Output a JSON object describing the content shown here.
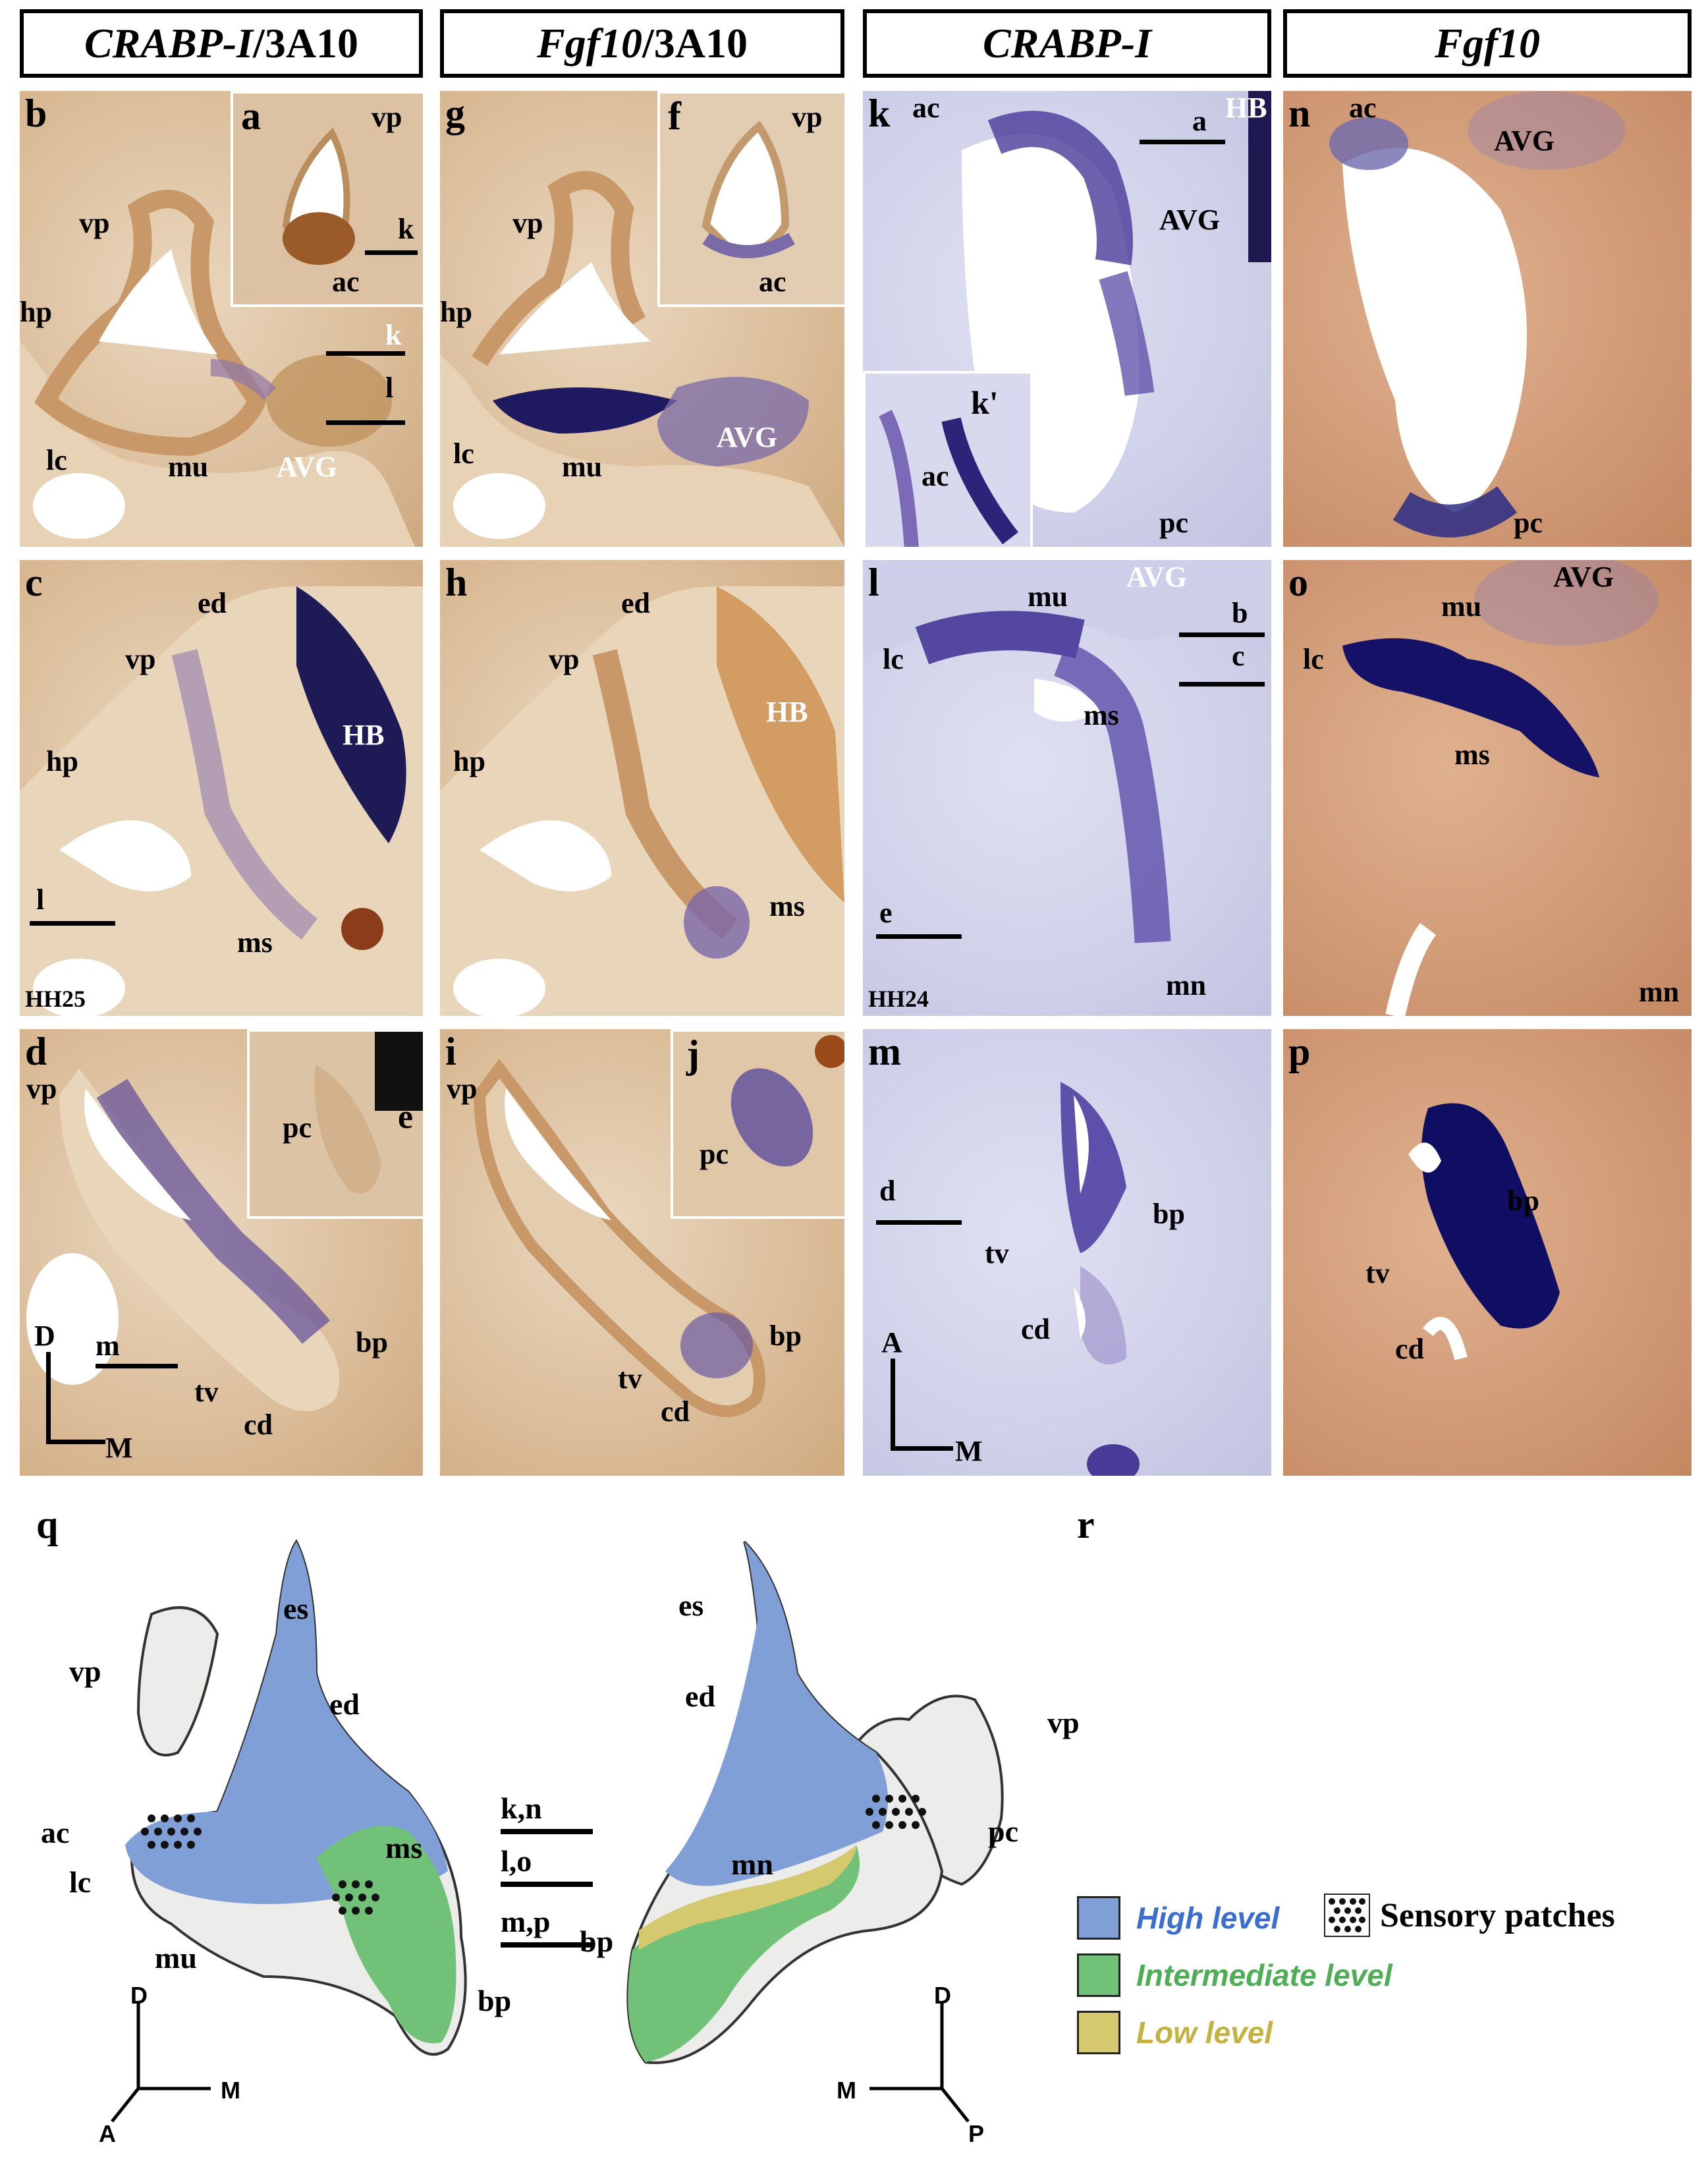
{
  "headers": [
    {
      "italic": "CRABP-I",
      "plain": "/3A10"
    },
    {
      "italic": "Fgf10",
      "plain": "/3A10"
    },
    {
      "italic": "CRABP-I",
      "plain": ""
    },
    {
      "italic": "Fgf10",
      "plain": ""
    }
  ],
  "panels": {
    "b": {
      "label": "b",
      "annotations": [
        "vp",
        "hp",
        "lc",
        "mu",
        "AVG",
        "k",
        "l"
      ]
    },
    "a": {
      "label": "a",
      "annotations": [
        "vp",
        "k",
        "ac"
      ]
    },
    "g": {
      "label": "g",
      "annotations": [
        "vp",
        "hp",
        "lc",
        "mu",
        "AVG"
      ]
    },
    "f": {
      "label": "f",
      "annotations": [
        "vp",
        "ac"
      ]
    },
    "k": {
      "label": "k",
      "annotations": [
        "ac",
        "a",
        "HB",
        "AVG",
        "pc"
      ]
    },
    "k2": {
      "label": "k'",
      "annotations": [
        "ac"
      ]
    },
    "n": {
      "label": "n",
      "annotations": [
        "ac",
        "AVG",
        "pc"
      ]
    },
    "c": {
      "label": "c",
      "annotations": [
        "ed",
        "vp",
        "HB",
        "hp",
        "l",
        "ms"
      ],
      "stage": "HH25"
    },
    "h": {
      "label": "h",
      "annotations": [
        "ed",
        "vp",
        "HB",
        "hp",
        "ms"
      ]
    },
    "l": {
      "label": "l",
      "annotations": [
        "mu",
        "AVG",
        "lc",
        "b",
        "c",
        "ms",
        "e",
        "mn"
      ],
      "stage": "HH24"
    },
    "o": {
      "label": "o",
      "annotations": [
        "lc",
        "mu",
        "AVG",
        "ms",
        "mn"
      ]
    },
    "d": {
      "label": "d",
      "annotations": [
        "vp",
        "D",
        "m",
        "M",
        "tv",
        "cd",
        "bp"
      ]
    },
    "e": {
      "label": "e",
      "annotations": [
        "pc"
      ]
    },
    "i": {
      "label": "i",
      "annotations": [
        "vp",
        "tv",
        "cd",
        "bp"
      ]
    },
    "j": {
      "label": "j",
      "annotations": [
        "pc"
      ]
    },
    "m": {
      "label": "m",
      "annotations": [
        "d",
        "tv",
        "bp",
        "cd",
        "A",
        "M"
      ]
    },
    "p": {
      "label": "p",
      "annotations": [
        "tv",
        "bp",
        "cd"
      ]
    }
  },
  "schematic": {
    "q_label": "q",
    "r_label": "r",
    "q_labels": [
      "es",
      "vp",
      "ed",
      "ac",
      "lc",
      "ms",
      "mu",
      "bp"
    ],
    "r_labels": [
      "es",
      "ed",
      "vp",
      "pc",
      "mn",
      "bp"
    ],
    "section_levels": [
      "k,n",
      "l,o",
      "m,p"
    ],
    "q_axes": [
      "D",
      "A",
      "M"
    ],
    "r_axes": [
      "D",
      "M",
      "P"
    ],
    "legend": [
      {
        "label": "High level",
        "color": "#7f9fd6"
      },
      {
        "label": "Intermediate level",
        "color": "#72c178"
      },
      {
        "label": "Low level",
        "color": "#d4c96f"
      }
    ],
    "sensory_label": "Sensory patches"
  }
}
